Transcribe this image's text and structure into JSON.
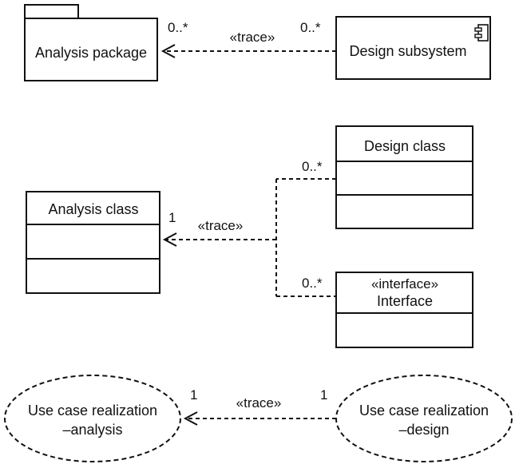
{
  "packages": {
    "analysis_package": "Analysis package",
    "design_subsystem": "Design subsystem",
    "trace": "«trace»",
    "mult_left": "0..*",
    "mult_right": "0..*"
  },
  "classes": {
    "analysis_class": "Analysis class",
    "design_class": "Design class",
    "interface_stereotype": "«interface»",
    "interface_name": "Interface",
    "trace": "«trace»",
    "mult_analysis": "1",
    "mult_design": "0..*",
    "mult_interface": "0..*"
  },
  "use_cases": {
    "analysis_line1": "Use case realization",
    "analysis_line2": "–analysis",
    "design_line1": "Use case realization",
    "design_line2": "–design",
    "trace": "«trace»",
    "mult_left": "1",
    "mult_right": "1"
  }
}
